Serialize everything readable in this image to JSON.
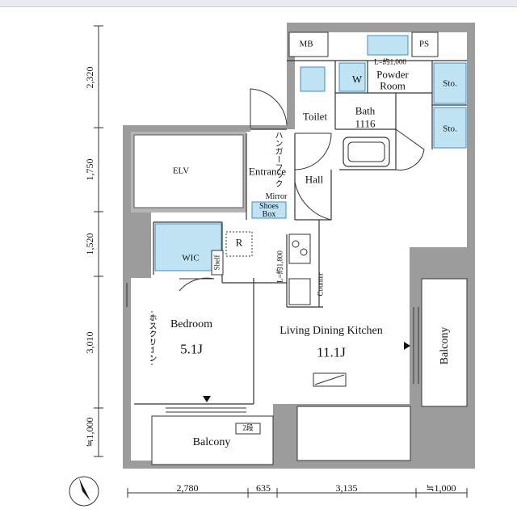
{
  "colors": {
    "wall": "#9c9c9c",
    "fixture": "#bfe3f3",
    "fixture_stroke": "#3a8fc4",
    "line": "#333333"
  },
  "rooms": {
    "mb": "MB",
    "ps": "PS",
    "w": "W",
    "toilet": "Toilet",
    "powder_l": "L=約1,000",
    "powder_1": "Powder",
    "powder_2": "Room",
    "bath_1": "Bath",
    "bath_2": "1116",
    "sto_1": "Sto.",
    "sto_2": "Sto.",
    "hanger": "ハンガーフック",
    "elv": "ELV",
    "entrance": "Entrance",
    "hall": "Hall",
    "mirror": "Mirror",
    "shoes_1": "Shoes",
    "shoes_2": "Box",
    "r": "R",
    "wic": "WIC",
    "shelf": "Shelf",
    "kitchen_l": "L=約1,800",
    "counter": "Counter",
    "bedroom_name": "Bedroom",
    "bedroom_size": "5.1J",
    "hosu": "ホスクリーン",
    "ldk_name": "Living Dining Kitchen",
    "ldk_size": "11.1J",
    "balcony_right": "Balcony",
    "balcony_bottom": "Balcony",
    "step_tag": "2段"
  },
  "dimensions": {
    "vertical": [
      "2,320",
      "1,750",
      "1,520",
      "3,010",
      "≒1,000"
    ],
    "horizontal": [
      "2,780",
      "635",
      "3,135",
      "≒1,000"
    ]
  }
}
